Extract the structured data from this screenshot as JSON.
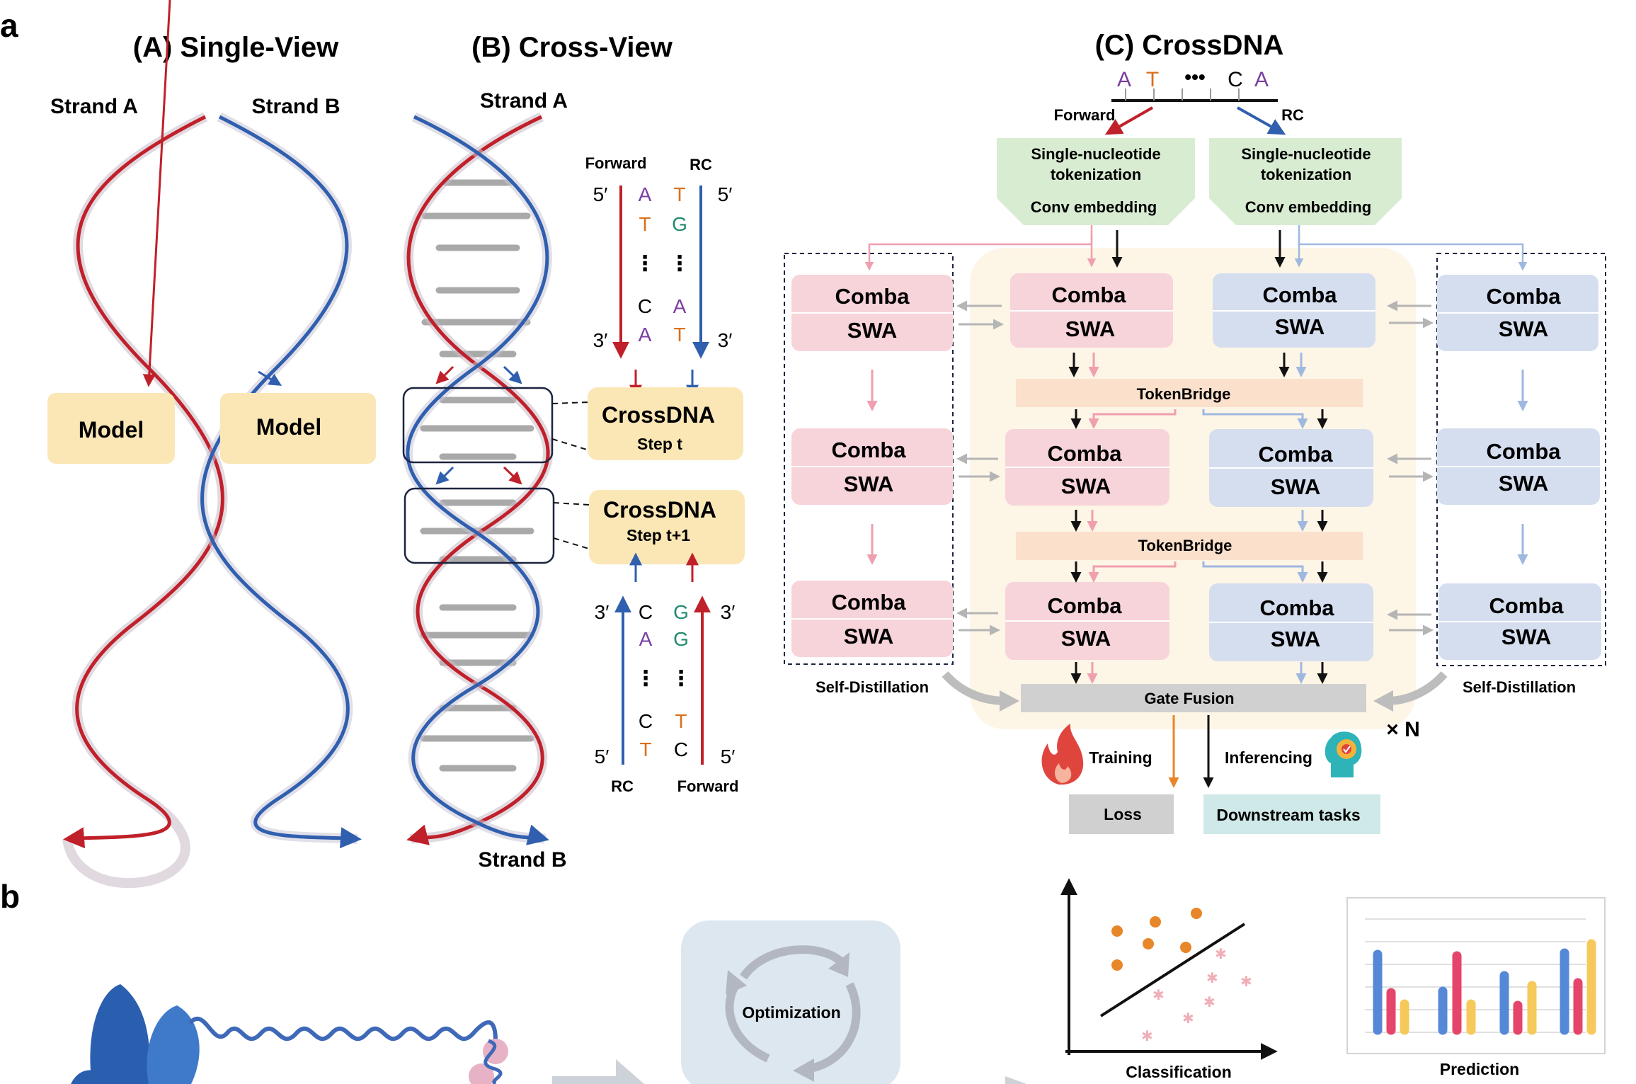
{
  "panel_a": {
    "letter": "a",
    "single_view": {
      "title": "(A) Single-View",
      "strand_a": "Strand A",
      "strand_b": "Strand B",
      "model_left": "Model",
      "model_right": "Model"
    },
    "cross_view": {
      "title": "(B) Cross-View",
      "strand_a": "Strand A",
      "strand_b": "Strand B",
      "top_forward": "Forward",
      "top_rc": "RC",
      "top_forward_seq": [
        "A",
        "T",
        "⋮",
        "C",
        "A"
      ],
      "top_rc_seq": [
        "T",
        "G",
        "⋮",
        "A",
        "T"
      ],
      "prime5": "5′",
      "prime3": "3′",
      "step_t_title": "CrossDNA",
      "step_t_sub": "Step t",
      "step_t1_title": "CrossDNA",
      "step_t1_sub": "Step t+1",
      "bottom_rc_seq": [
        "C",
        "A",
        "⋮",
        "C",
        "T"
      ],
      "bottom_forward_seq": [
        "G",
        "G",
        "⋮",
        "T",
        "C"
      ],
      "bottom_rc": "RC",
      "bottom_forward": "Forward"
    },
    "crossdna": {
      "title": "(C) CrossDNA",
      "seq": [
        "A",
        "T",
        "•••",
        "C",
        "A"
      ],
      "forward": "Forward",
      "rc": "RC",
      "tok_left_1": "Single-nucleotide",
      "tok_left_2": "tokenization",
      "tok_left_3": "Conv embedding",
      "tok_right_1": "Single-nucleotide",
      "tok_right_2": "tokenization",
      "tok_right_3": "Conv embedding",
      "block_top": "Comba",
      "block_bottom": "SWA",
      "token_bridge": "TokenBridge",
      "gate_fusion": "Gate Fusion",
      "self_distillation": "Self-Distillation",
      "times_n": "× N",
      "training": "Training",
      "inferencing": "Inferencing",
      "loss": "Loss",
      "downstream": "Downstream tasks"
    }
  },
  "panel_b": {
    "letter": "b",
    "optimization": "Optimization",
    "classification": "Classification",
    "prediction": "Prediction"
  },
  "colors": {
    "red_strand": "#c0202a",
    "blue_strand": "#2f5fae",
    "model_box": "#fbe7b5",
    "pink_block": "#f7d3da",
    "blue_block": "#d5deef",
    "token_bridge": "#fbe0cc",
    "gate_fusion": "#d0d0d0",
    "tokenizer": "#d8ecd2",
    "backdrop": "#fdf5e6",
    "loss": "#d0d0d0",
    "downstream": "#cfe9e8",
    "orange": "#e8862a"
  }
}
